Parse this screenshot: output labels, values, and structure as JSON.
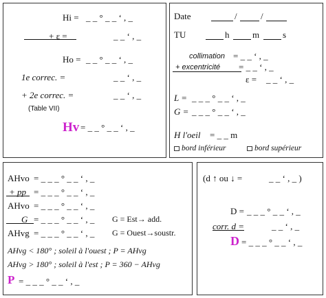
{
  "box1": {
    "hi_label": "Hi =",
    "hi_value": "_ _ ° _ _ ‘ , _",
    "eps_label": "+ ε =",
    "eps_value": "_ _ ‘ , _",
    "ho_label": "Ho =",
    "ho_value": "_ _ ° _ _ ‘ , _",
    "corr1_label": "1e correc. =",
    "corr1_value": "_ _ ‘ , _",
    "corr2_label": "+ 2e correc. =",
    "corr2_value": "_ _ ‘ , _",
    "table_note": "(Table VII)",
    "hv_label": "Hv",
    "hv_value": "= _ _ ° _ _ ‘ , _"
  },
  "box2": {
    "date_label": "Date",
    "date_sep": "/",
    "tu_label": "TU",
    "h_unit": "h",
    "m_unit": "m",
    "s_unit": "s",
    "collimation_label": "collimation",
    "collimation_value": "= _ _ ‘ , _",
    "excentricite_label": "+ excentricité",
    "excentricite_value": "= _ _ ‘ , _",
    "epsilon_label": "ε =",
    "epsilon_value": "_ _ ‘ , _",
    "l_label": "L =",
    "l_value": "_ _ _ ° _ _ ‘ , _",
    "g_label": "G =",
    "g_value": "_ _ _ ° _ _ ‘ , _",
    "oeil_label": "H l'oeil",
    "oeil_value": "= _ _ m",
    "bord_inf": "bord inférieur",
    "bord_sup": "bord supérieur"
  },
  "box3": {
    "ahvo1_label": "AHvo",
    "ahvo1_value": "= _ _ _ ° _ _ ‘ , _",
    "pp_label": "+ pp",
    "pp_value": "= _ _ _ ° _ _ ‘ , _",
    "ahvo2_label": "AHvo",
    "ahvo2_value": "= _ _ _ ° _ _ ‘ , _",
    "g_label": "G",
    "g_value": "= _ _ _ ° _ _ ‘ , _",
    "ahvg_label": "AHvg",
    "ahvg_value": "= _ _ _ ° _ _ ‘ , _",
    "rule_est": "G = Est→ add.",
    "rule_ouest": "G = Ouest→soustr.",
    "cond1": "AHvg < 180° ; soleil à l'ouest ; P = AHvg",
    "cond2": "AHvg > 180° ; soleil à l'est ; P = 360 − AHvg",
    "p_label": "P",
    "p_value": "= _ _ _ ° _ _ ‘ , _"
  },
  "box4": {
    "d_var": "(d ↑ ou ↓ =",
    "d_var_value": "_ _ ‘ , _ )",
    "d_label": "D =",
    "d_value": "_ _ _ ° _ _ ‘ , _",
    "corr_d_label": "corr. d =",
    "corr_d_value": "_ _ ‘ , _",
    "dd_label": "D",
    "dd_value": "= _ _ _ ° _ _ ‘ , _"
  }
}
